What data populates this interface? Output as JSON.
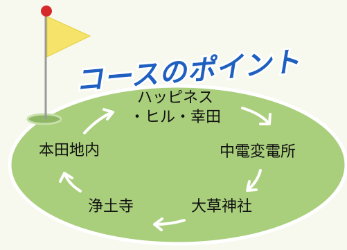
{
  "title": "コースのポイント",
  "points": {
    "top_line1": "ハッピネス",
    "top_line2": "・ヒル・幸田",
    "right": "中電変電所",
    "bottom_right": "大草神社",
    "bottom_left": "浄土寺",
    "left": "本田地内"
  },
  "colors": {
    "background": "#f7f8ee",
    "oval_fill": "#a9cf7c",
    "oval_border": "#ffffff",
    "flag": "#f5e36a",
    "pole_ball": "#d62a2a",
    "title_fill": "#1e5fc0",
    "title_outline": "#ffffff",
    "arrow": "#ffffff"
  },
  "icons": {
    "flag": "golf-flag-icon",
    "arrow": "clockwise-arrow-icon"
  }
}
